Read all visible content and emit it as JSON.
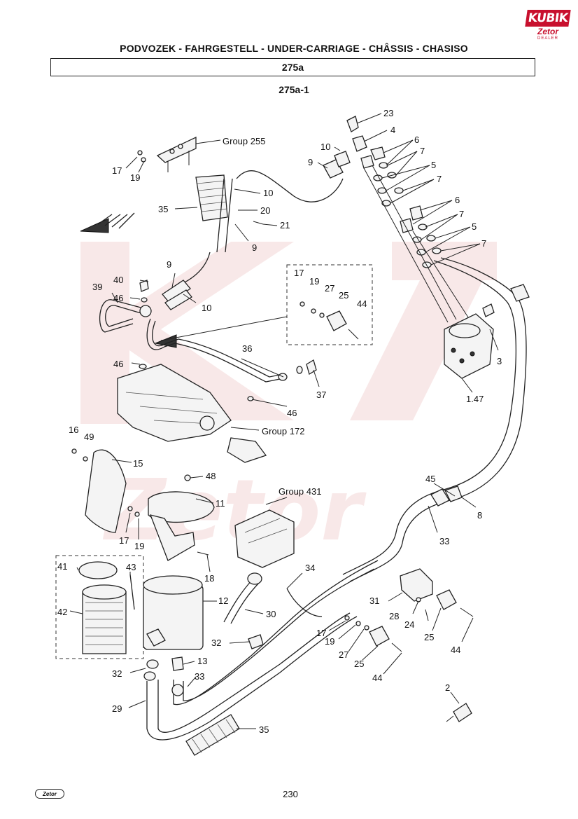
{
  "header": {
    "title": "PODVOZEK - FAHRGESTELL - UNDER-CARRIAGE - CHÂSSIS - CHASISO",
    "group_number": "275a",
    "sub_group": "275a-1"
  },
  "logo": {
    "top_text": "KUBIK",
    "brand_text": "Zetor",
    "sub_text": "DEALER"
  },
  "footer": {
    "brand": "Zetor",
    "page_number": "230"
  },
  "callouts": {
    "c23": "23",
    "c4": "4",
    "c6a": "6",
    "c7a": "7",
    "c10a": "10",
    "c9a": "9",
    "c5a": "5",
    "c7b": "7",
    "c6b": "6",
    "c7c": "7",
    "c5b": "5",
    "c7d": "7",
    "c17a": "17",
    "c19a": "19",
    "group255": "Group 255",
    "c10b": "10",
    "c35a": "35",
    "c20": "20",
    "c21": "21",
    "c9b": "9",
    "c9c": "9",
    "c40": "40",
    "c39": "39",
    "c46a": "46",
    "c10c": "10",
    "c17b": "17",
    "c19b": "19",
    "c27a": "27",
    "c25a": "25",
    "c44a": "44",
    "c3": "3",
    "c147": "1.47",
    "c46b": "46",
    "c36": "36",
    "c37": "37",
    "c46c": "46",
    "group172": "Group 172",
    "c16": "16",
    "c49": "49",
    "c15": "15",
    "c48": "48",
    "c11": "11",
    "group431": "Group 431",
    "c45": "45",
    "c8": "8",
    "c17c": "17",
    "c19c": "19",
    "c33a": "33",
    "c18": "18",
    "c41": "41",
    "c43": "43",
    "c42": "42",
    "c12": "12",
    "c34": "34",
    "c30": "30",
    "c31": "31",
    "c28": "28",
    "c24": "24",
    "c25b": "25",
    "c44b": "44",
    "c17d": "17",
    "c19d": "19",
    "c27b": "27",
    "c25c": "25",
    "c44c": "44",
    "c32a": "32",
    "c32b": "32",
    "c13": "13",
    "c33b": "33",
    "c29": "29",
    "c2": "2",
    "c35b": "35"
  }
}
